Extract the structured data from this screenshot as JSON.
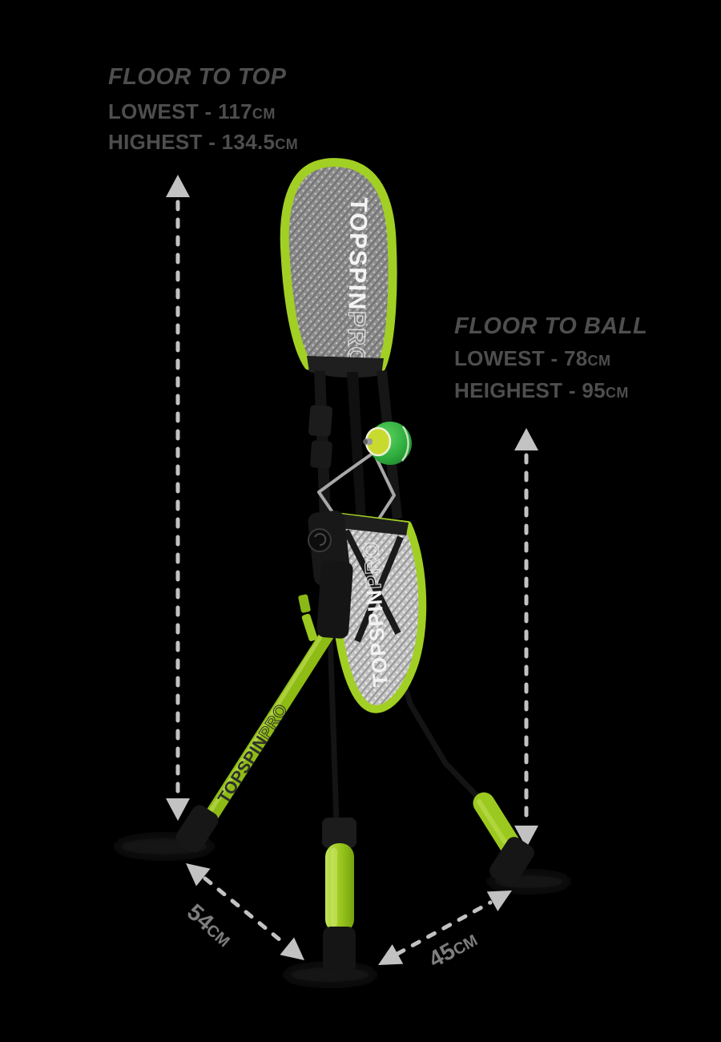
{
  "page": {
    "background_color": "#000000"
  },
  "floor_to_top": {
    "title": "FLOOR TO TOP",
    "lowest": {
      "text": "LOWEST - 117",
      "unit": "CM"
    },
    "highest": {
      "text": "HIGHEST - 134.5",
      "unit": "CM"
    }
  },
  "floor_to_ball": {
    "title": "FLOOR TO BALL",
    "lowest": {
      "text": "LOWEST - 78",
      "unit": "CM"
    },
    "highest": {
      "text": "HEIGHEST - 95",
      "unit": "CM"
    }
  },
  "base_dimensions": {
    "width": {
      "value": "54",
      "unit": "CM"
    },
    "depth": {
      "value": "45",
      "unit": "CM"
    }
  },
  "device": {
    "brand": "TOPSPIN",
    "brand_suffix": "PRO",
    "leg_print": "TOPSPIN",
    "leg_print_suffix": "PRO"
  },
  "colors": {
    "annotation_text": "#4e4e4e",
    "arrow_gray": "#c2c2c2",
    "dimension_label_gray": "#7d7d7d",
    "frame_green": "#a2cf23",
    "leg_green": "#9cc91f",
    "ball_green": "#2fae3e",
    "ball_cap_yellow": "#c9da2f",
    "mesh_dark": "#8d8d8d",
    "mesh_light": "#c2c2c2"
  }
}
